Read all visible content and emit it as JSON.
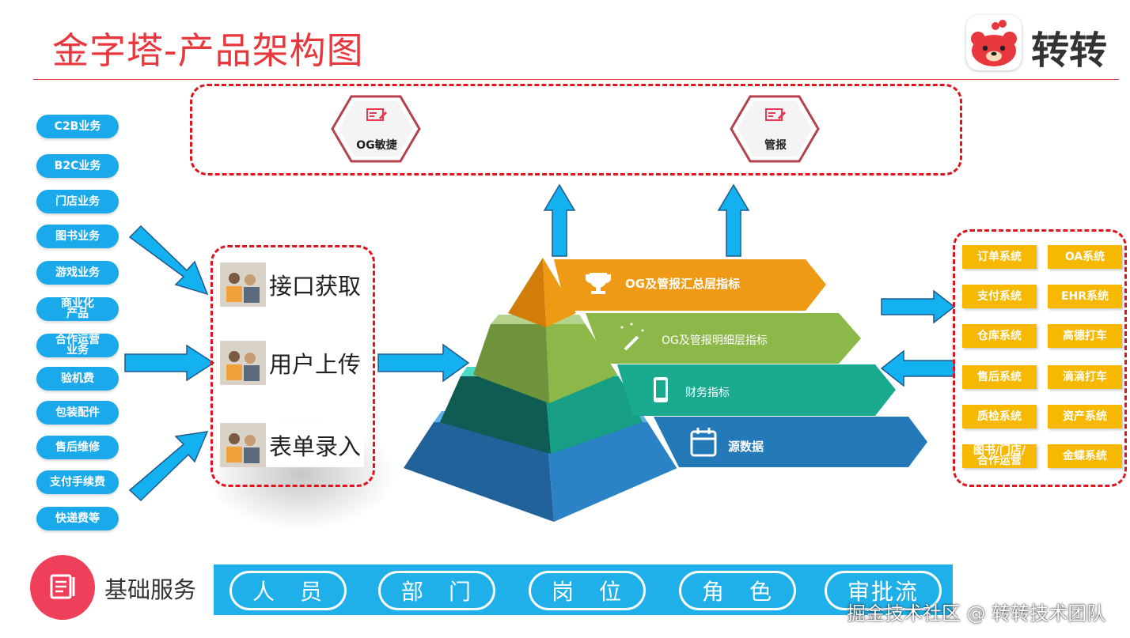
{
  "header": {
    "title": "金字塔-产品架构图",
    "logo_text": "转转"
  },
  "top_outputs": [
    {
      "label": "OG敏捷",
      "icon": "report-icon"
    },
    {
      "label": "管报",
      "icon": "report-icon"
    }
  ],
  "business_lines": [
    {
      "label": "C2B业务"
    },
    {
      "label": "B2C业务"
    },
    {
      "label": "门店业务"
    },
    {
      "label": "图书业务"
    },
    {
      "label": "游戏业务"
    },
    {
      "label": "商业化\n产品"
    },
    {
      "label": "合作运营\n业务"
    },
    {
      "label": "验机费"
    },
    {
      "label": "包装配件"
    },
    {
      "label": "售后维修"
    },
    {
      "label": "支付手续费"
    },
    {
      "label": "快递费等"
    }
  ],
  "data_sources": [
    {
      "label": "接口获取"
    },
    {
      "label": "用户上传"
    },
    {
      "label": "表单录入"
    }
  ],
  "pyramid_layers": [
    {
      "label": "OG及管报汇总层指标",
      "icon": "trophy-icon",
      "color": "#ef9a14"
    },
    {
      "label": "OG及管报明细层指标",
      "icon": "magic-wand-icon",
      "color": "#8cb84a"
    },
    {
      "label": "财务指标",
      "icon": "phone-icon",
      "color": "#1aaa90"
    },
    {
      "label": "源数据",
      "icon": "calendar-icon",
      "color": "#2479b9"
    }
  ],
  "systems": [
    {
      "label": "订单系统"
    },
    {
      "label": "OA系统"
    },
    {
      "label": "支付系统"
    },
    {
      "label": "EHR系统"
    },
    {
      "label": "仓库系统"
    },
    {
      "label": "高德打车"
    },
    {
      "label": "售后系统"
    },
    {
      "label": "滴滴打车"
    },
    {
      "label": "质检系统"
    },
    {
      "label": "资产系统"
    },
    {
      "label": "图书/门店/\n合作运营"
    },
    {
      "label": "金蝶系统"
    }
  ],
  "base_services": {
    "label": "基础服务",
    "items": [
      {
        "label": "人　员"
      },
      {
        "label": "部　门"
      },
      {
        "label": "岗　位"
      },
      {
        "label": "角　色"
      },
      {
        "label": "审批流"
      }
    ]
  },
  "watermark": "掘金技术社区 @ 转转技术团队",
  "colors": {
    "accent_red": "#e8383d",
    "pill_blue": "#1aa9ea",
    "system_yellow": "#f6b800",
    "arrow_blue": "#13b1f0"
  }
}
